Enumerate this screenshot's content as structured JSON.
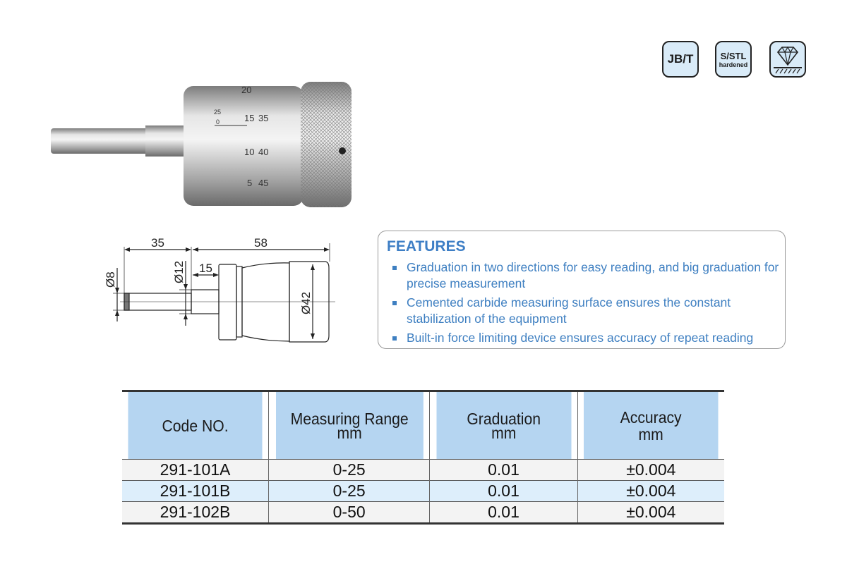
{
  "badges": {
    "jbt": "JB/T",
    "sstl": "S/STL",
    "sstl_sub": "hardened",
    "diamond_icon": "diamond-icon"
  },
  "photo": {
    "scale_main": [
      "25",
      "0"
    ],
    "scale_thimble_left": [
      "20",
      "15",
      "10",
      "5"
    ],
    "scale_thimble_right": [
      "35",
      "40",
      "45"
    ]
  },
  "drawing": {
    "len_spindle": "35",
    "len_body": "58",
    "len_neck": "15",
    "dia_spindle": "Ø8",
    "dia_neck": "Ø12",
    "dia_thimble": "Ø42"
  },
  "features": {
    "title": "FEATURES",
    "items": [
      "Graduation in two directions for easy reading, and big graduation for precise measurement",
      "Cemented carbide measuring surface ensures the constant stabilization of the equipment",
      "Built-in force limiting device ensures accuracy of repeat reading"
    ]
  },
  "table": {
    "headers": [
      {
        "line1": "Code NO.",
        "line2": ""
      },
      {
        "line1": "Measuring Range",
        "line2": "mm"
      },
      {
        "line1": "Graduation",
        "line2": "mm"
      },
      {
        "line1": "Accuracy",
        "line2": "mm"
      }
    ],
    "rows": [
      [
        "291-101A",
        "0-25",
        "0.01",
        "±0.004"
      ],
      [
        "291-101B",
        "0-25",
        "0.01",
        "±0.004"
      ],
      [
        "291-102B",
        "0-50",
        "0.01",
        "±0.004"
      ]
    ]
  },
  "colors": {
    "accent": "#3d7ec5",
    "header_bg": "#b5d5f1",
    "alt_row": "#ddeefb"
  }
}
